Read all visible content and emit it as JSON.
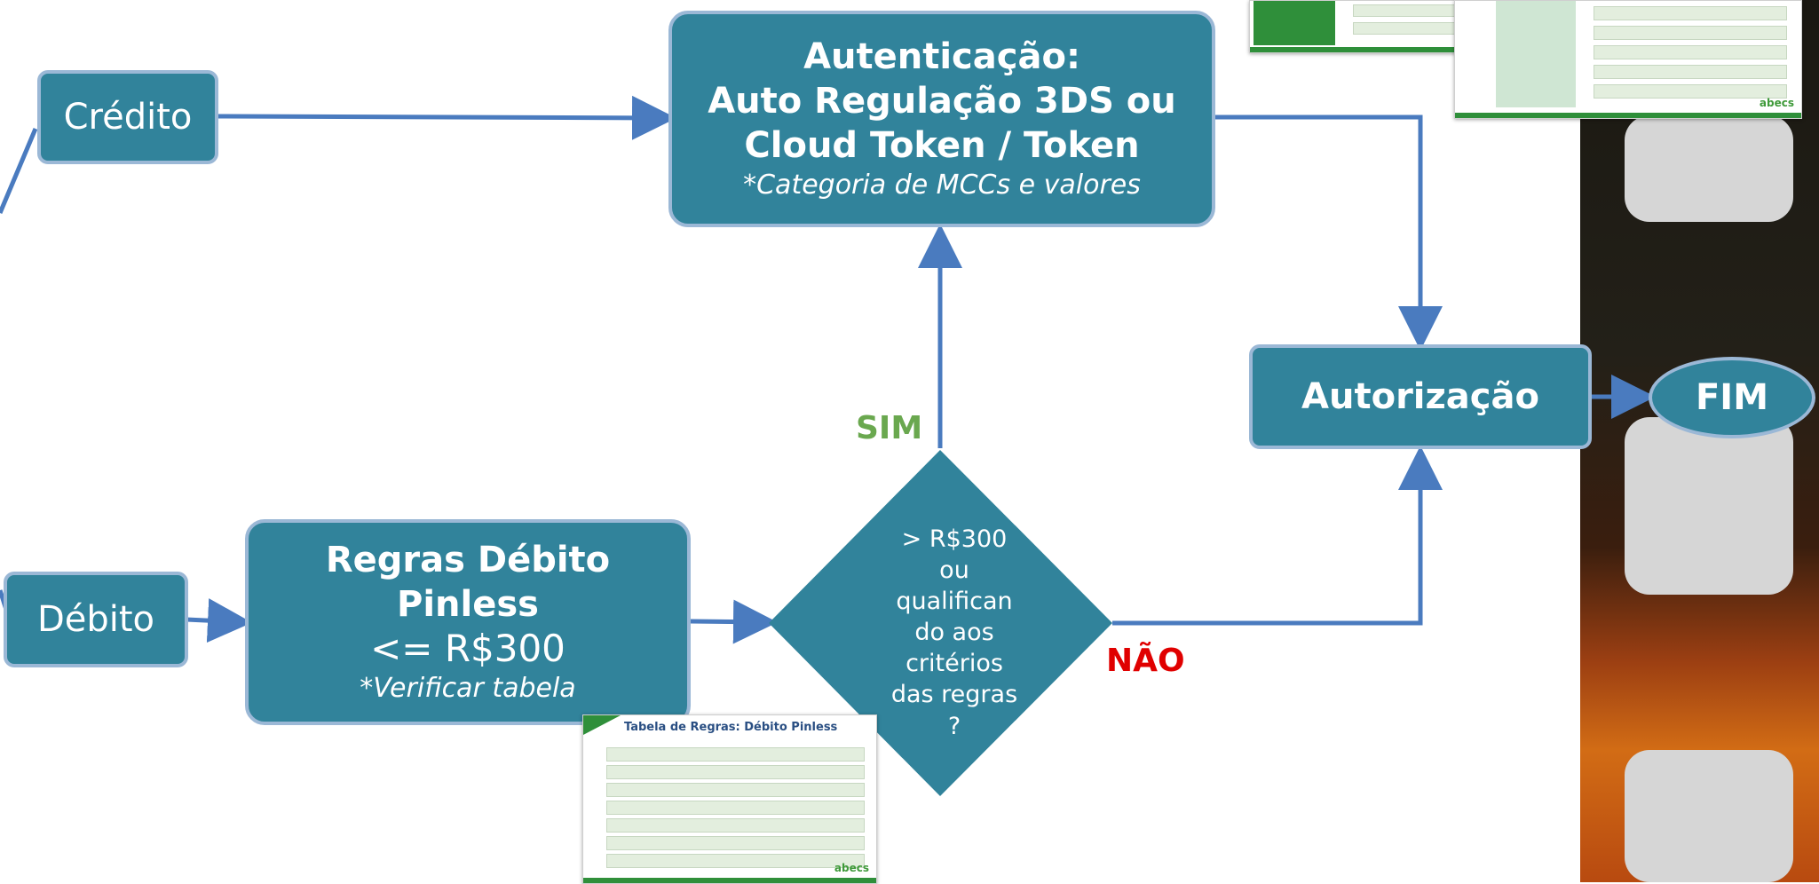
{
  "nodes": {
    "credito": "Crédito",
    "debito": "Débito",
    "autenticacao": {
      "title_line1": "Autenticação:",
      "title_line2": "Auto Regulação 3DS ou",
      "title_line3": "Cloud Token / Token",
      "note": "*Categoria de MCCs e valores"
    },
    "regras": {
      "title_line1": "Regras Débito",
      "title_line2": "Pinless",
      "limit": "<= R$300",
      "note": "*Verificar tabela"
    },
    "decision": {
      "line1": "> R$300",
      "line2": "ou",
      "line3": "qualifican",
      "line4": "do aos",
      "line5": "critérios",
      "line6": "das regras",
      "line7": "?"
    },
    "autorizacao": "Autorização",
    "fim": "FIM"
  },
  "edge_labels": {
    "sim": "SIM",
    "nao": "NÃO"
  },
  "thumbnails": {
    "table_title": "Tabela de Regras: Débito Pinless",
    "brand": "abecs"
  },
  "colors": {
    "node_fill": "#31839b",
    "node_border": "#9bb8d6",
    "arrow": "#4a7bbf",
    "sim": "#6aa84f",
    "nao": "#e00000"
  }
}
